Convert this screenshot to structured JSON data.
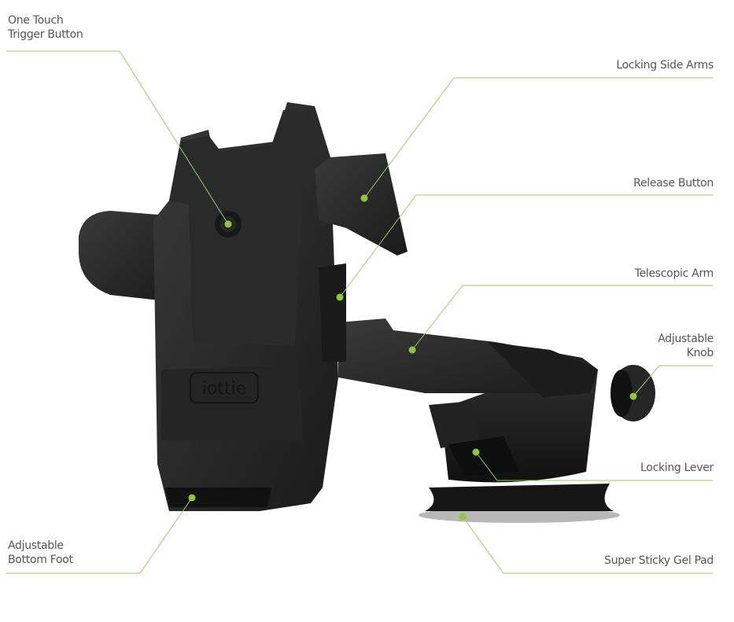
{
  "brand_logo": "iottie",
  "accent_color": "#8dc63f",
  "callouts": [
    {
      "id": "one-touch-trigger-button",
      "lines": [
        "One Touch",
        "Trigger  Button"
      ]
    },
    {
      "id": "locking-side-arms",
      "lines": [
        "Locking Side Arms"
      ]
    },
    {
      "id": "release-button",
      "lines": [
        "Release Button"
      ]
    },
    {
      "id": "telescopic-arm",
      "lines": [
        "Telescopic Arm"
      ]
    },
    {
      "id": "adjustable-knob",
      "lines": [
        "Adjustable",
        "Knob"
      ]
    },
    {
      "id": "locking-lever",
      "lines": [
        "Locking Lever"
      ]
    },
    {
      "id": "super-sticky-gel-pad",
      "lines": [
        "Super Sticky Gel Pad"
      ]
    },
    {
      "id": "adjustable-bottom-foot",
      "lines": [
        "Adjustable",
        "Bottom Foot"
      ]
    }
  ]
}
